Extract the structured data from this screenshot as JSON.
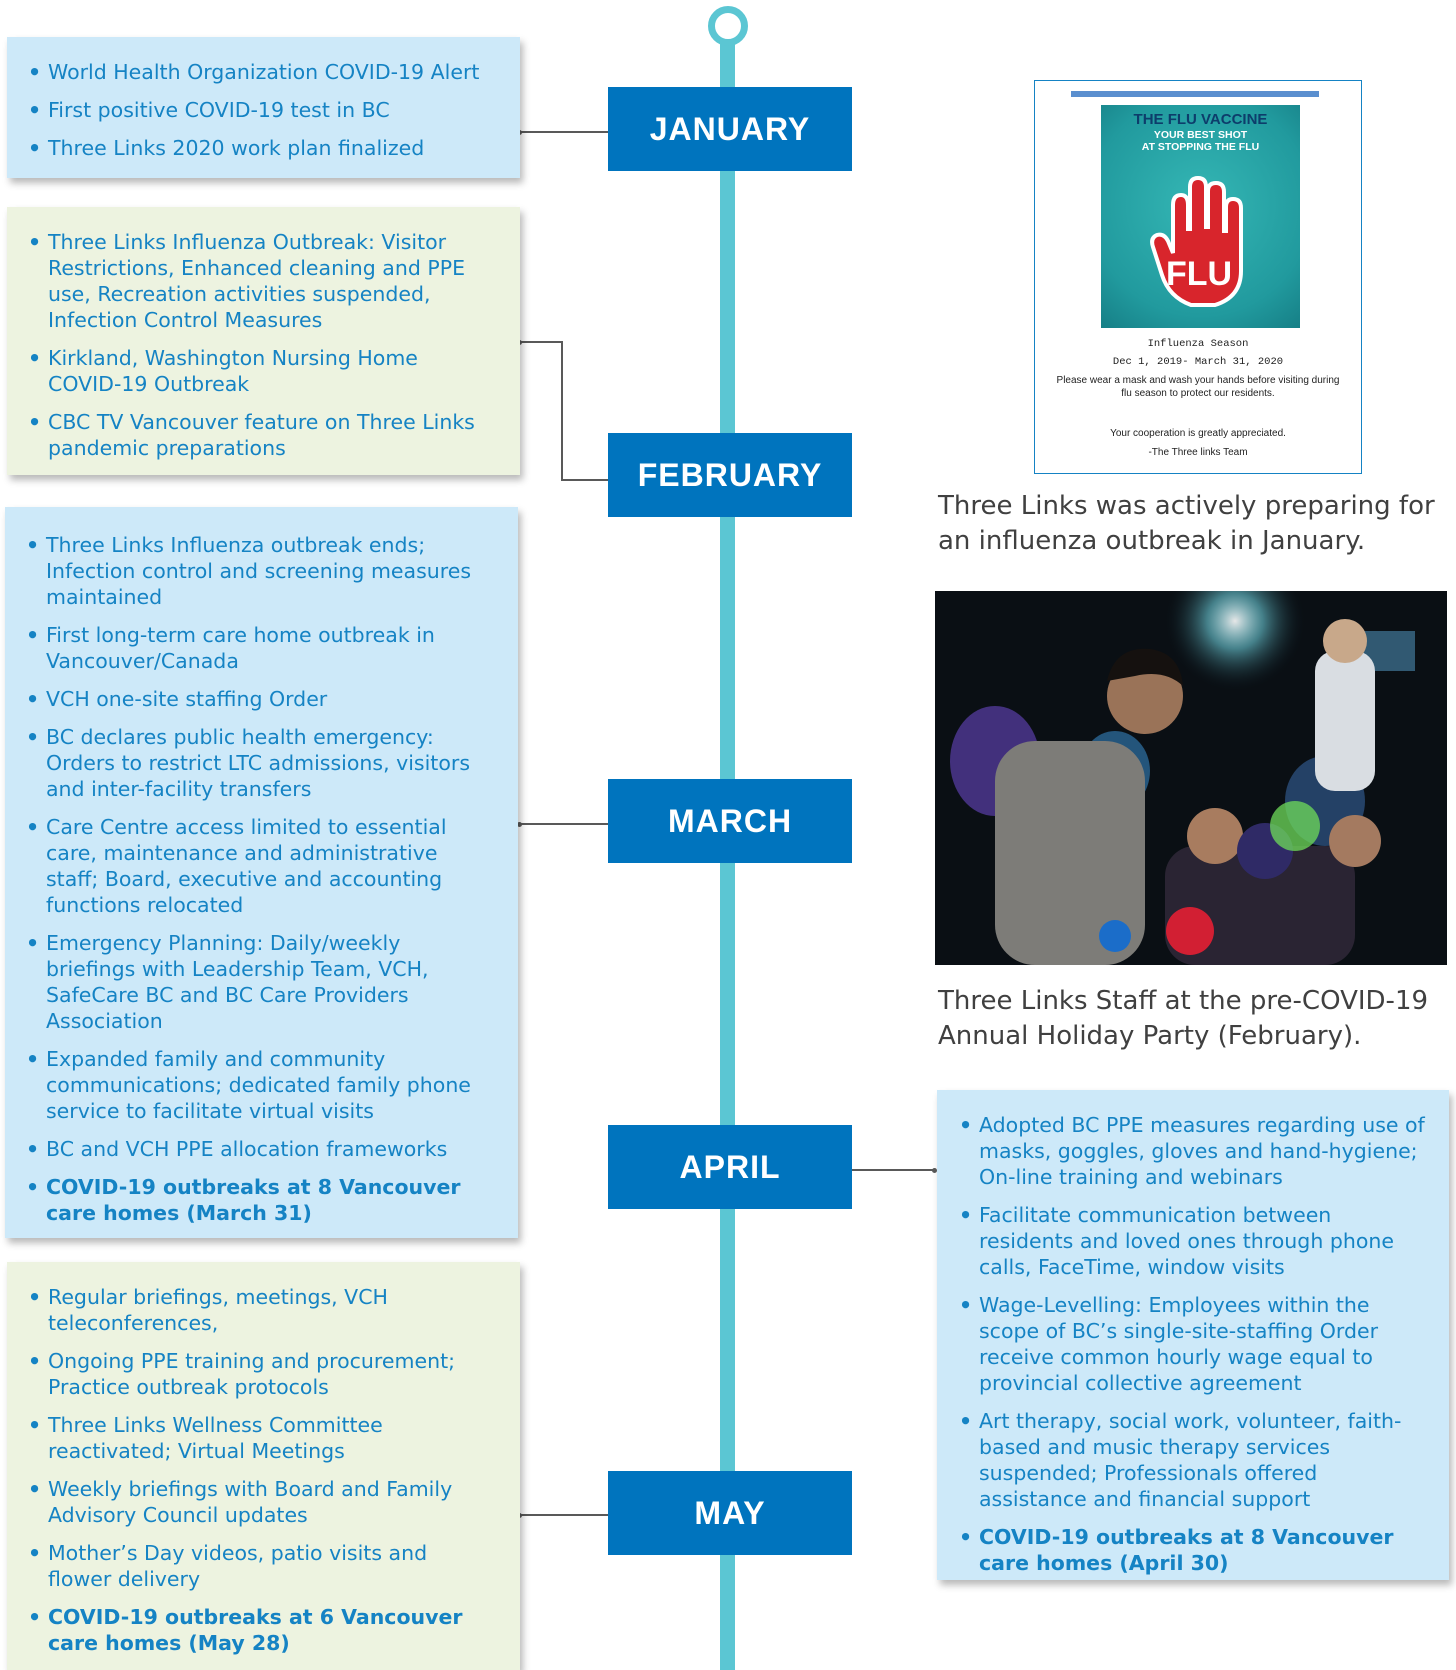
{
  "months": {
    "january": "JANUARY",
    "february": "FEBRUARY",
    "march": "MARCH",
    "april": "APRIL",
    "may": "MAY"
  },
  "january_items": [
    "World Health Organization COVID-19 Alert",
    "First positive COVID-19 test in BC",
    "Three Links 2020 work plan finalized"
  ],
  "february_items": [
    "Three Links Influenza Outbreak: Visitor Restrictions, Enhanced cleaning and PPE use, Recreation activities suspended, Infection Control Measures",
    "Kirkland, Washington Nursing Home COVID-19 Outbreak",
    "CBC TV Vancouver feature on Three Links pandemic preparations"
  ],
  "march_items": [
    "Three Links Influenza outbreak ends; Infection control and screening measures maintained",
    "First long-term care home outbreak in Vancouver/Canada",
    "VCH one-site staffing Order",
    "BC declares public health emergency: Orders to restrict LTC admissions, visitors and inter-facility transfers",
    "Care Centre access limited to essential care, maintenance and administrative staff; Board, executive and accounting functions relocated",
    "Emergency Planning: Daily/weekly briefings with Leadership Team, VCH, SafeCare BC and BC Care Providers Association",
    "Expanded family and community communications; dedicated family phone service to facilitate virtual visits",
    "BC and VCH PPE allocation frameworks",
    "COVID-19 outbreaks at 8 Vancouver care homes (March 31)"
  ],
  "april_items": [
    "Adopted BC PPE measures regarding use of masks, goggles, gloves and hand-hygiene; On-line training and webinars",
    "Facilitate communication between residents and loved ones through phone calls, FaceTime, window visits",
    "Wage-Levelling: Employees within the scope of BC’s single-site-staffing Order receive common hourly wage equal to provincial collective agreement",
    "Art therapy, social work, volunteer, faith-based and music therapy services suspended; Professionals offered assistance and financial support",
    "COVID-19 outbreaks at 8 Vancouver care homes (April 30)"
  ],
  "may_items": [
    "Regular briefings, meetings, VCH teleconferences,",
    "Ongoing PPE training and procurement; Practice outbreak protocols",
    "Three Links Wellness Committee reactivated; Virtual Meetings",
    "Weekly briefings with Board and Family Advisory Council updates",
    "Mother’s Day videos, patio visits and flower delivery",
    "COVID-19 outbreaks at 6 Vancouver care homes (May 28)"
  ],
  "flyer": {
    "poster_title": "THE FLU VACCINE",
    "poster_line1": "YOUR BEST SHOT",
    "poster_line2": "AT STOPPING THE FLU",
    "poster_hand_text": "FLU",
    "season_label": "Influenza Season",
    "season_dates": "Dec 1, 2019- March 31, 2020",
    "notice_line1": "Please wear a mask and wash your hands before visiting during",
    "notice_line2": "flu season to protect our residents.",
    "thanks": "Your cooperation is greatly appreciated.",
    "signoff": "-The Three links Team"
  },
  "captions": {
    "flyer_caption_line1": "Three Links was actively preparing for",
    "flyer_caption_line2": "an influenza outbreak in January.",
    "photo_caption_line1": "Three Links Staff at the pre-COVID-19",
    "photo_caption_line2": "Annual Holiday Party (February)."
  },
  "colors": {
    "month_box": "#0074be",
    "spine": "#5bc6d3",
    "blue_box": "#cde9f9",
    "green_box": "#edf3e0",
    "item_text": "#1583c4"
  },
  "icons": [
    "timeline-start-icon",
    "stop-hand-icon"
  ]
}
